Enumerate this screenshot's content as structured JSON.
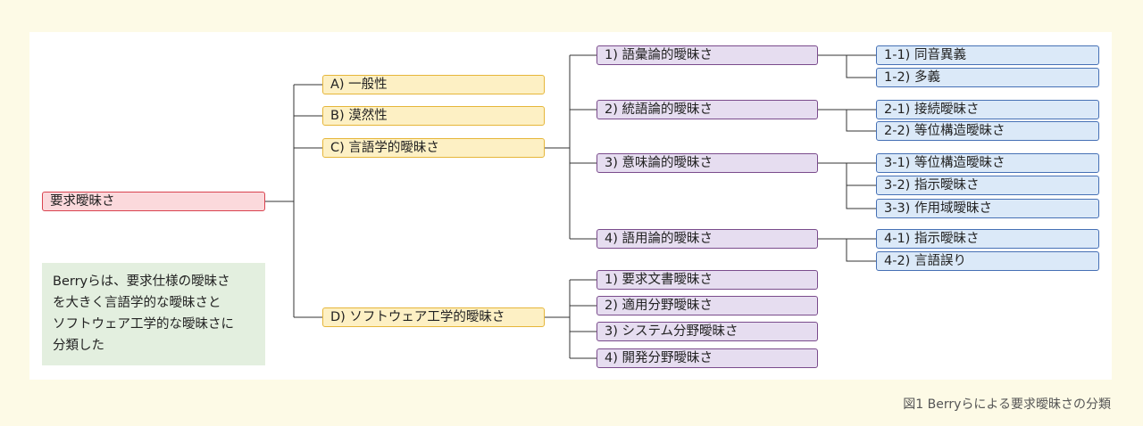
{
  "root": "要求曖昧さ",
  "categories": [
    "A) 一般性",
    "B) 漠然性",
    "C) 言語学的曖昧さ",
    "D) ソフトウェア工学的曖昧さ"
  ],
  "linguistic": [
    {
      "label": "1) 語彙論的曖昧さ",
      "leaves": [
        "1-1) 同音異義",
        "1-2) 多義"
      ]
    },
    {
      "label": "2) 統語論的曖昧さ",
      "leaves": [
        "2-1) 接続曖昧さ",
        "2-2) 等位構造曖昧さ"
      ]
    },
    {
      "label": "3) 意味論的曖昧さ",
      "leaves": [
        "3-1) 等位構造曖昧さ",
        "3-2) 指示曖昧さ",
        "3-3) 作用域曖昧さ"
      ]
    },
    {
      "label": "4) 語用論的曖昧さ",
      "leaves": [
        "4-1) 指示曖昧さ",
        "4-2) 言語誤り"
      ]
    }
  ],
  "software": [
    "1) 要求文書曖昧さ",
    "2) 適用分野曖昧さ",
    "3) システム分野曖昧さ",
    "4) 開発分野曖昧さ"
  ],
  "note": [
    "Berryらは、要求仕様の曖昧さ",
    "を大きく言語学的な曖昧さと",
    "ソフトウェア工学的な曖昧さに",
    "分類した"
  ],
  "caption": "図1 Berryらによる要求曖昧さの分類",
  "colors": {
    "root_fill": "#fbd9dc",
    "root_border": "#d9434f",
    "category_fill": "#fdf0c4",
    "category_border": "#e6b63a",
    "sub_fill": "#e6ddf0",
    "sub_border": "#7a4b8c",
    "leaf_fill": "#dbe9f8",
    "leaf_border": "#4670b5",
    "note_fill": "#e3efdf",
    "background": "#fdfae6"
  }
}
